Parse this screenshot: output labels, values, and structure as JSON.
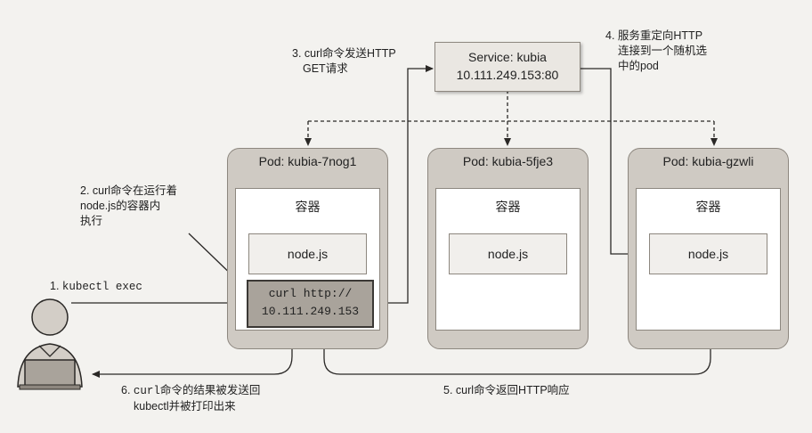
{
  "service": {
    "title": "Service: kubia",
    "address": "10.111.249.153:80"
  },
  "pods": [
    {
      "title": "Pod: kubia-7nog1",
      "container_label": "容器",
      "node_label": "node.js"
    },
    {
      "title": "Pod: kubia-5fje3",
      "container_label": "容器",
      "node_label": "node.js"
    },
    {
      "title": "Pod: kubia-gzwli",
      "container_label": "容器",
      "node_label": "node.js"
    }
  ],
  "curl_box": {
    "line1": "curl http://",
    "line2": "10.111.249.153"
  },
  "notes": {
    "step1": {
      "prefix": "1. ",
      "code": "kubectl exec"
    },
    "step2": {
      "line1": "2. curl命令在运行着",
      "line2": "node.js的容器内",
      "line3": "执行"
    },
    "step3": {
      "line1": "3. curl命令发送HTTP",
      "line2": "GET请求"
    },
    "step4": {
      "line1": "4. 服务重定向HTTP",
      "line2": "连接到一个随机选",
      "line3": "中的pod"
    },
    "step5": {
      "line1": "5. curl命令返回HTTP响应"
    },
    "step6": {
      "prefix": "6. ",
      "code": "curl",
      "suffix": "命令的结果被发送回",
      "line2": "kubectl并被打印出来"
    }
  },
  "icons": {
    "user": "user-at-laptop-icon"
  },
  "colors": {
    "background": "#f3f2ef",
    "pod_fill": "#cfcac3",
    "curl_fill": "#a9a39b",
    "stroke": "#2a2826"
  }
}
